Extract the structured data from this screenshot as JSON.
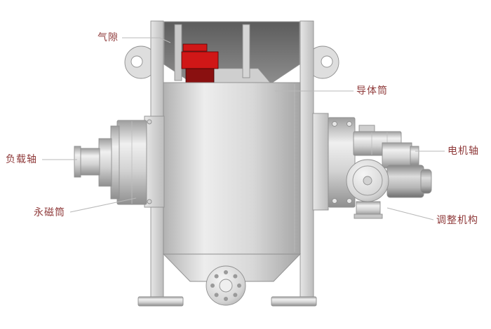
{
  "labels": {
    "air_gap": "气隙",
    "conductor_drum": "导体筒",
    "load_shaft": "负载轴",
    "motor_shaft": "电机轴",
    "magnet_drum": "永磁筒",
    "adjustment_mechanism": "调整机构"
  },
  "colors": {
    "label_text": "#8f3a3a",
    "leader_line": "#b8b8b8",
    "magnet_highlight": "#d01717",
    "magnet_dark": "#8a1010"
  }
}
